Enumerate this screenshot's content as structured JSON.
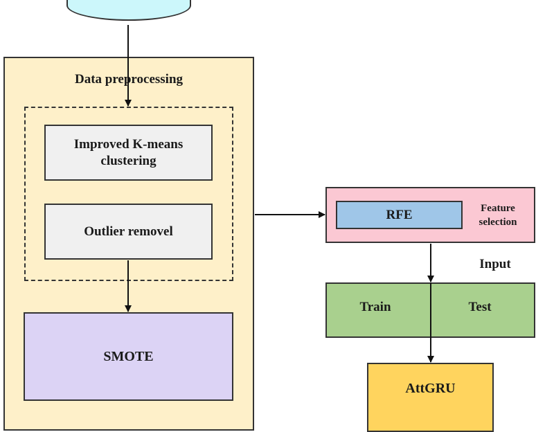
{
  "preprocessing": {
    "title": "Data preprocessing",
    "kmeans_line1": "Improved K-means",
    "kmeans_line2": "clustering",
    "outlier_label": "Outlier removel",
    "smote_label": "SMOTE"
  },
  "feature_selection": {
    "rfe_label": "RFE",
    "label_line1": "Feature",
    "label_line2": "selection"
  },
  "input_label": "Input",
  "split": {
    "train_label": "Train",
    "test_label": "Test"
  },
  "model": {
    "label": "AttGRU"
  },
  "colors": {
    "dataset_fill": "#ccf7fb",
    "preprocessing_fill": "#fef0c9",
    "gray_box_fill": "#f0f0f0",
    "smote_fill": "#dcd3f5",
    "feature_panel_fill": "#fbc8d3",
    "rfe_fill": "#9fc6e8",
    "split_fill": "#a9d08e",
    "model_fill": "#ffd45e"
  }
}
